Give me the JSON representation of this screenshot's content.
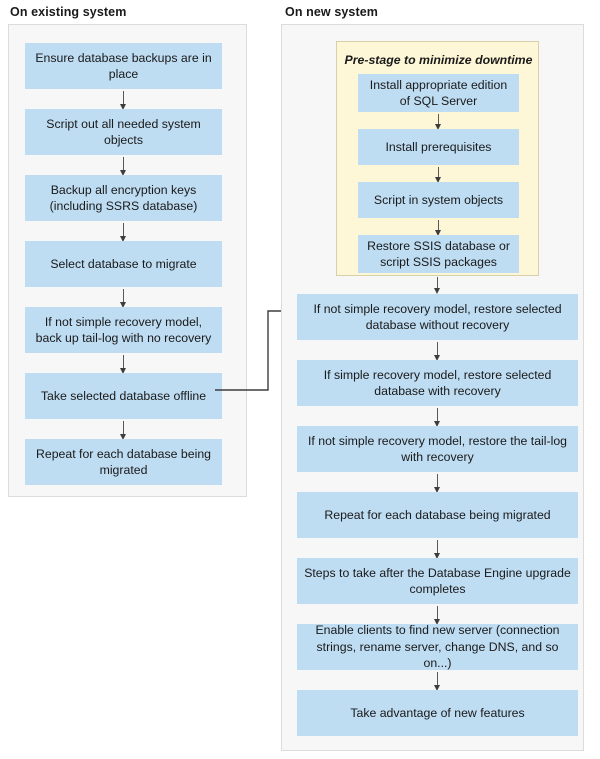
{
  "diagram": {
    "title": "SQL Server migration / upgrade flowchart",
    "colors": {
      "node_fill": "#bedcf2",
      "panel_fill": "#f7f7f7",
      "panel_border": "#dcdcdc",
      "prestage_fill": "#fdf6d7",
      "prestage_border": "#d7d0a8",
      "arrow": "#595959",
      "text": "#1a1a1a"
    }
  },
  "panels": {
    "left": {
      "title": "On existing system",
      "nodes": [
        {
          "id": "ensure-backups",
          "label": "Ensure database backups are in place"
        },
        {
          "id": "script-objects",
          "label": "Script out all needed system objects"
        },
        {
          "id": "backup-keys",
          "label": "Backup all encryption keys (including SSRS database)"
        },
        {
          "id": "select-database",
          "label": "Select database to migrate"
        },
        {
          "id": "backup-tail-log",
          "label": "If not simple recovery model, back up tail-log with no recovery"
        },
        {
          "id": "take-offline",
          "label": "Take selected database offline"
        },
        {
          "id": "repeat-each-db",
          "label": "Repeat for each database being migrated"
        }
      ]
    },
    "right": {
      "title": "On new system",
      "prestage": {
        "title": "Pre-stage to minimize downtime",
        "nodes": [
          {
            "id": "install-edition",
            "label": "Install appropriate edition of SQL Server"
          },
          {
            "id": "install-prereqs",
            "label": "Install prerequisites"
          },
          {
            "id": "script-in-objects",
            "label": "Script in system objects"
          },
          {
            "id": "restore-ssis",
            "label": "Restore SSIS database or script SSIS packages"
          }
        ]
      },
      "nodes": [
        {
          "id": "restore-without-recovery",
          "label": "If not simple recovery model, restore selected database without recovery"
        },
        {
          "id": "restore-with-recovery",
          "label": "If simple recovery model, restore selected database with recovery"
        },
        {
          "id": "restore-tail-log",
          "label": "If not simple recovery model, restore the tail-log with recovery"
        },
        {
          "id": "repeat-each-db-new",
          "label": "Repeat for each database being migrated"
        },
        {
          "id": "steps-after-upgrade",
          "label": "Steps to take after the Database Engine upgrade completes"
        },
        {
          "id": "enable-clients",
          "label": "Enable clients to find new server (connection strings, rename server, change DNS, and so on...)"
        },
        {
          "id": "take-advantage",
          "label": "Take advantage of new features"
        }
      ]
    }
  },
  "connector": {
    "from": "take-offline",
    "to": "restore-without-recovery",
    "label": ""
  }
}
